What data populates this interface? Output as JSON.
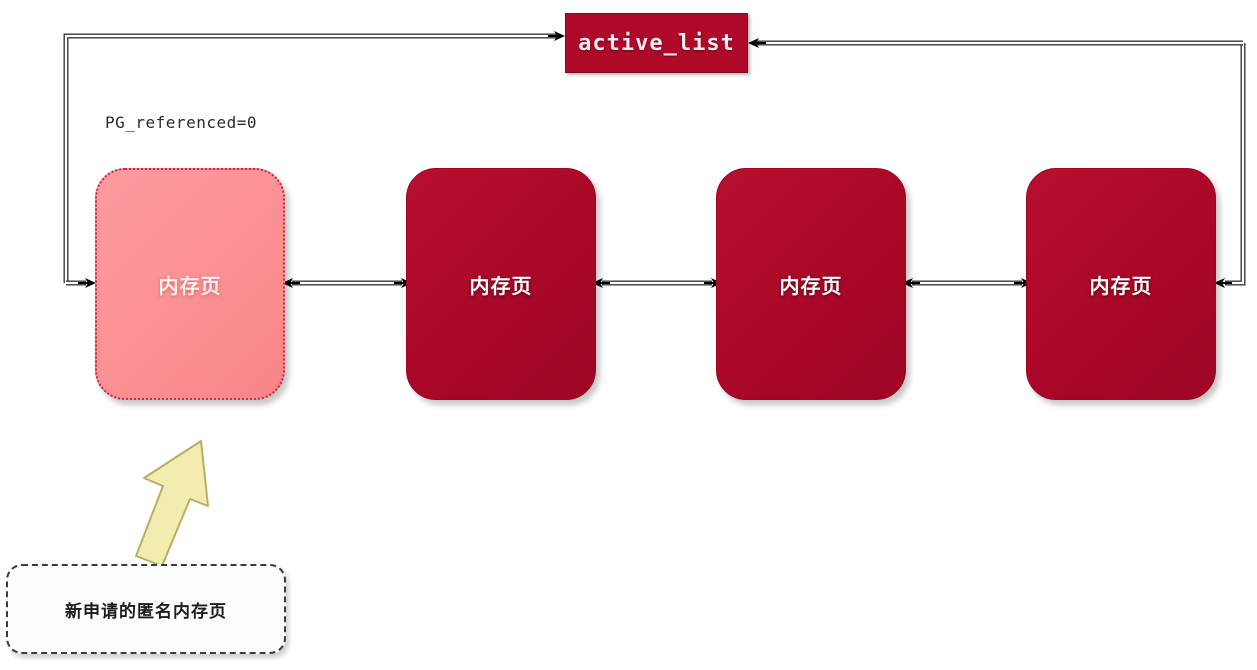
{
  "diagram": {
    "title_node": {
      "label": "active_list",
      "color": "#b00a2a"
    },
    "annotation": {
      "pg_referenced": "PG_referenced=0"
    },
    "pages": [
      {
        "label": "内存页",
        "state": "new",
        "fill": "#fa8f92",
        "border_style": "dotted"
      },
      {
        "label": "内存页",
        "state": "active",
        "fill": "#b00a2a",
        "border_style": "solid"
      },
      {
        "label": "内存页",
        "state": "active",
        "fill": "#b00a2a",
        "border_style": "solid"
      },
      {
        "label": "内存页",
        "state": "active",
        "fill": "#b00a2a",
        "border_style": "solid"
      }
    ],
    "callout": {
      "text": "新申请的匿名内存页",
      "arrow_color": "#f2ecae"
    }
  }
}
